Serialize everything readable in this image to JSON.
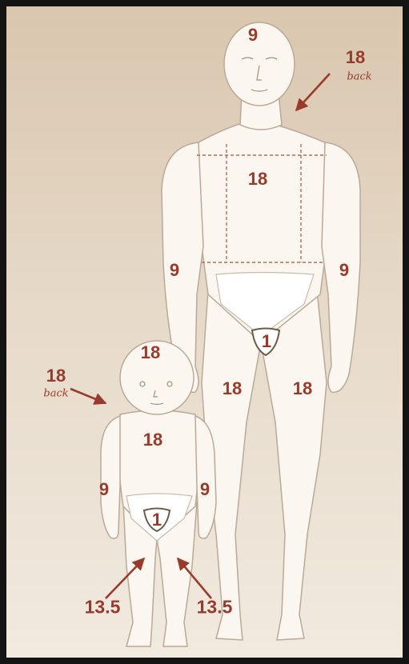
{
  "adult": {
    "head": "9",
    "back": "18",
    "back_caption": "back",
    "trunk": "18",
    "left_arm": "9",
    "right_arm": "9",
    "perineum": "1",
    "left_leg": "18",
    "right_leg": "18"
  },
  "child": {
    "head": "18",
    "back": "18",
    "back_caption": "back",
    "trunk": "18",
    "left_arm": "9",
    "right_arm": "9",
    "perineum": "1",
    "left_leg": "13.5",
    "right_leg": "13.5"
  },
  "colors": {
    "label": "#9a3a2b",
    "skin": "#fbf6ef",
    "outline": "#b9aa98",
    "background_top": "#d9c6ae",
    "background_bottom": "#f1eadf"
  }
}
